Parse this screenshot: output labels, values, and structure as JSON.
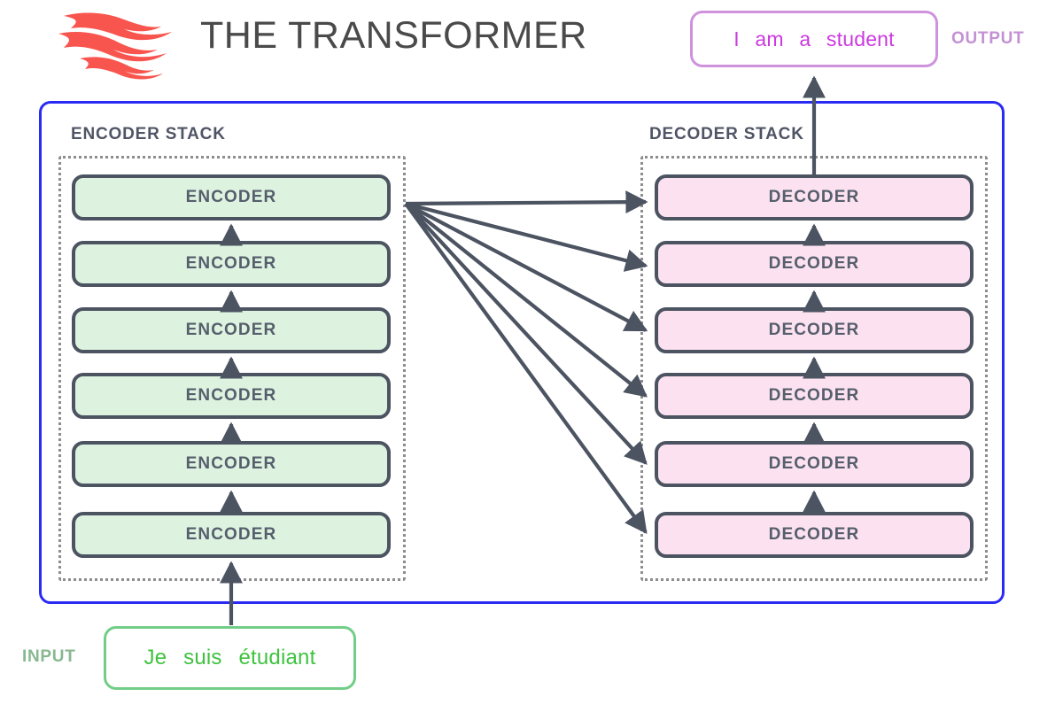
{
  "header": {
    "title": "THE TRANSFORMER",
    "logo_icon": "flame-logo-icon",
    "logo_color": "#f8554e",
    "title_color": "#4a4a4a"
  },
  "output": {
    "label": "OUTPUT",
    "text": "I  am  a  student",
    "tokens": [
      "I",
      "am",
      "a",
      "student"
    ],
    "border_color": "#cf92dd",
    "text_color": "#cc39e0",
    "label_color": "#c391d4"
  },
  "input": {
    "label": "INPUT",
    "text": "Je  suis  étudiant",
    "tokens": [
      "Je",
      "suis",
      "étudiant"
    ],
    "border_color": "#72cd87",
    "text_color": "#3fc23f",
    "label_color": "#87b891"
  },
  "model": {
    "container_border_color": "#2a2af5",
    "stack_frame_color": "#8d8d8d",
    "arrow_color": "#4c5361"
  },
  "encoder_stack": {
    "label": "ENCODER STACK",
    "block_label": "ENCODER",
    "count": 6,
    "fill_color": "#ddf3e0",
    "border_color": "#4c5361",
    "text_color": "#565e6c",
    "blocks": [
      {
        "label": "ENCODER"
      },
      {
        "label": "ENCODER"
      },
      {
        "label": "ENCODER"
      },
      {
        "label": "ENCODER"
      },
      {
        "label": "ENCODER"
      },
      {
        "label": "ENCODER"
      }
    ]
  },
  "decoder_stack": {
    "label": "DECODER STACK",
    "block_label": "DECODER",
    "count": 6,
    "fill_color": "#fce2f0",
    "border_color": "#4c5361",
    "text_color": "#565e6c",
    "blocks": [
      {
        "label": "DECODER"
      },
      {
        "label": "DECODER"
      },
      {
        "label": "DECODER"
      },
      {
        "label": "DECODER"
      },
      {
        "label": "DECODER"
      },
      {
        "label": "DECODER"
      }
    ]
  }
}
